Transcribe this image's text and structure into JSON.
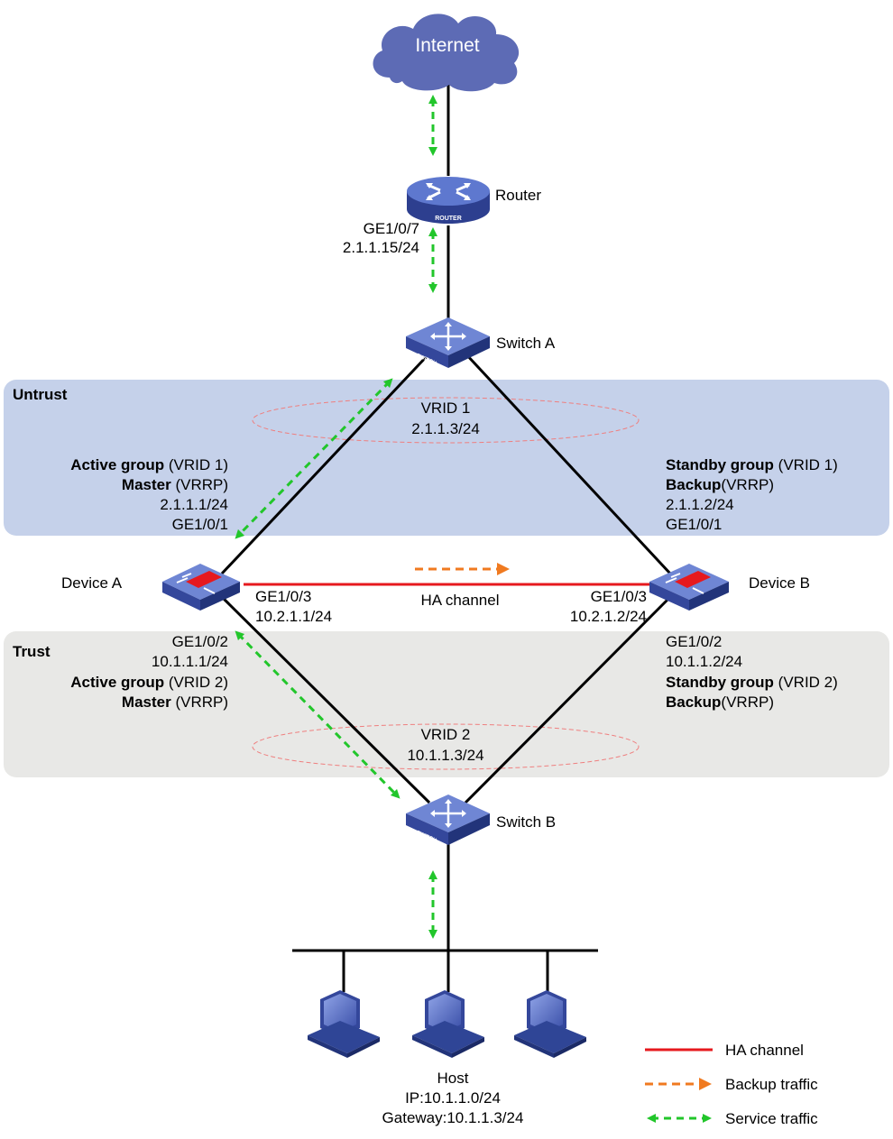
{
  "colors": {
    "untrust_zone": "#c5d1ea",
    "trust_zone": "#e8e8e6",
    "ha_line": "#e6191e",
    "backup_arrow": "#f07a20",
    "service_arrow": "#22c62b",
    "vrid_ellipse": "#ef7f7f",
    "cloud": "#5d6bb5",
    "device_blue": "#3f57b0"
  },
  "nodes": {
    "internet": {
      "label": "Internet",
      "icon": "cloud-icon"
    },
    "router": {
      "label": "Router",
      "badge": "ROUTER",
      "icon": "router-icon",
      "port": "GE1/0/7",
      "ip": "2.1.1.15/24"
    },
    "switch_a": {
      "label": "Switch A",
      "badge": "SWITCH",
      "icon": "switch-icon"
    },
    "switch_b": {
      "label": "Switch B",
      "badge": "SWITCH",
      "icon": "switch-icon"
    },
    "device_a": {
      "label": "Device A",
      "icon": "firewall-icon"
    },
    "device_b": {
      "label": "Device B",
      "icon": "firewall-icon"
    },
    "host": {
      "label": "Host",
      "ip": "IP:10.1.1.0/24",
      "gateway": "Gateway:10.1.1.3/24",
      "icon": "pc-icon"
    }
  },
  "zones": {
    "untrust": {
      "label": "Untrust",
      "vrid": "VRID 1",
      "vip": "2.1.1.3/24"
    },
    "trust": {
      "label": "Trust",
      "vrid": "VRID 2",
      "vip": "10.1.1.3/24"
    }
  },
  "device_a": {
    "up": {
      "group": "Active group",
      "group_rest": " (VRID 1)",
      "role": "Master",
      "role_rest": " (VRRP)",
      "ip": "2.1.1.1/24",
      "port": "GE1/0/1"
    },
    "ha": {
      "port": "GE1/0/3",
      "ip": "10.2.1.1/24"
    },
    "down": {
      "port": "GE1/0/2",
      "ip": "10.1.1.1/24",
      "group": "Active group",
      "group_rest": " (VRID 2)",
      "role": "Master",
      "role_rest": " (VRRP)"
    }
  },
  "device_b": {
    "up": {
      "group": "Standby group",
      "group_rest": " (VRID 1)",
      "role": "Backup",
      "role_rest": "(VRRP)",
      "ip": "2.1.1.2/24",
      "port": "GE1/0/1"
    },
    "ha": {
      "port": "GE1/0/3",
      "ip": "10.2.1.2/24"
    },
    "down": {
      "port": "GE1/0/2",
      "ip": "10.1.1.2/24",
      "group": "Standby group",
      "group_rest": " (VRID 2)",
      "role": "Backup",
      "role_rest": "(VRRP)"
    }
  },
  "ha_channel_label": "HA channel",
  "legend": {
    "ha": "HA channel",
    "backup": "Backup traffic",
    "service": "Service traffic"
  }
}
